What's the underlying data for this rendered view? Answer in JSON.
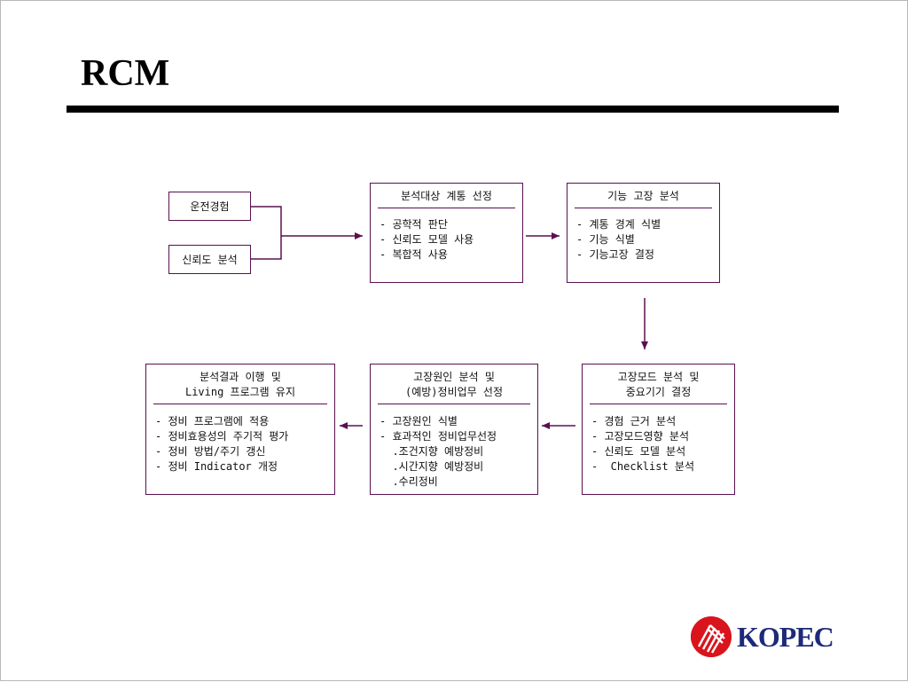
{
  "title": "RCM",
  "colors": {
    "border": "#5a1050",
    "logo_red": "#d9141c",
    "logo_blue": "#1d2a7a"
  },
  "inputs": {
    "operating_experience": "운전경험",
    "reliability_analysis": "신뢰도 분석"
  },
  "box1": {
    "header": [
      "분석대상 계통 선정"
    ],
    "items": [
      "- 공학적 판단",
      "- 신뢰도 모델 사용",
      "- 복합적 사용"
    ]
  },
  "box2": {
    "header": [
      "기능 고장 분석"
    ],
    "items": [
      "- 계통 경계 식별",
      "- 기능 식별",
      "- 기능고장 결정"
    ]
  },
  "box3": {
    "header": [
      "고장모드 분석 및",
      "중요기기 결정"
    ],
    "items": [
      "- 경험 근거 분석",
      "- 고장모드영향 분석",
      "- 신뢰도 모델 분석",
      "-  Checklist 분석"
    ]
  },
  "box4": {
    "header": [
      "고장원인 분석 및",
      "(예방)정비업무 선정"
    ],
    "items": [
      "- 고장원인 식별",
      "- 효과적인 정비업무선정",
      "  .조건지향 예방정비",
      "  .시간지향 예방정비",
      "  .수리정비"
    ]
  },
  "box5": {
    "header": [
      "분석결과 이행 및",
      "Living 프로그램 유지"
    ],
    "items": [
      "- 정비 프로그램에 적용",
      "- 정비효용성의 주기적 평가",
      "- 정비 방법/주기 갱신",
      "- 정비 Indicator 개정"
    ]
  },
  "logo": {
    "text": "KOPEC",
    "icon": "kopec-logo-mark"
  }
}
